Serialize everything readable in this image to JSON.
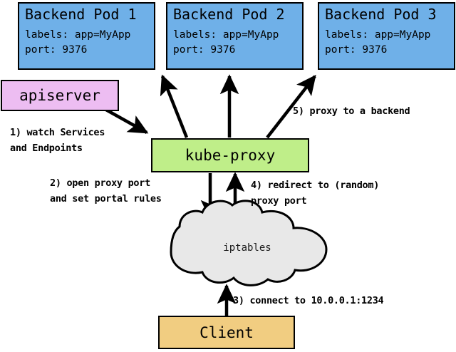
{
  "diagram": {
    "title": "kube-proxy service proxying flow",
    "colors": {
      "pod_fill": "#6fb0e8",
      "apiserver_fill": "#edbdf2",
      "kubeproxy_fill": "#bfee89",
      "client_fill": "#f1cd81",
      "cloud_fill": "#e8e8e8",
      "stroke": "#000000"
    }
  },
  "pods": [
    {
      "title": "Backend Pod 1",
      "labels_line": "labels: app=MyApp",
      "port_line": "port: 9376"
    },
    {
      "title": "Backend Pod 2",
      "labels_line": "labels: app=MyApp",
      "port_line": "port: 9376"
    },
    {
      "title": "Backend Pod 3",
      "labels_line": "labels: app=MyApp",
      "port_line": "port: 9376"
    }
  ],
  "nodes": {
    "apiserver": "apiserver",
    "kubeproxy": "kube-proxy",
    "iptables": "iptables",
    "client": "Client"
  },
  "steps": {
    "step1_line1": "1) watch Services",
    "step1_line2": "and Endpoints",
    "step2_line1": "2) open proxy port",
    "step2_line2": "and set portal rules",
    "step3": "3) connect to 10.0.0.1:1234",
    "step4_line1": "4) redirect to (random)",
    "step4_line2": "proxy port",
    "step5": "5) proxy to a backend"
  }
}
